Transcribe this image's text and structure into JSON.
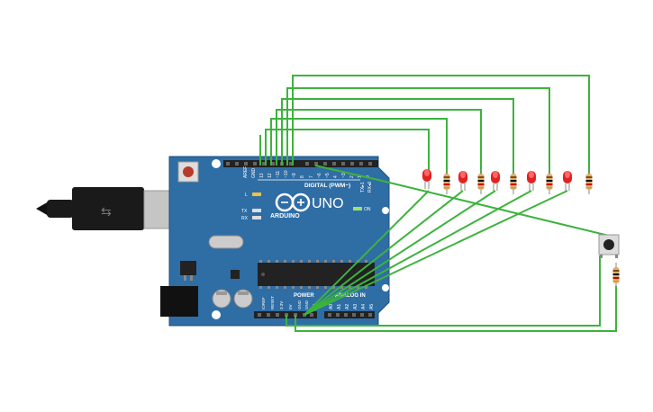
{
  "board": {
    "brand": "ARDUINO",
    "model": "UNO",
    "digital_header": "DIGITAL (PWM~)",
    "power_label": "POWER",
    "analog_label": "ANALOG IN",
    "on_label": "ON",
    "l_label": "L",
    "tx_label": "TX",
    "rx_label": "RX",
    "tx_arrow": "TX▸1",
    "rx_arrow": "RX◂0",
    "digital_pins": [
      "AREF",
      "GND",
      "13",
      "12",
      "~11",
      "~10",
      "~9",
      "8",
      "7",
      "~6",
      "~5",
      "4",
      "~3",
      "2",
      "1",
      "0"
    ],
    "power_pins": [
      "IOREF",
      "RESET",
      "3.3V",
      "5V",
      "GND",
      "GND",
      "Vin"
    ],
    "analog_pins": [
      "A0",
      "A1",
      "A2",
      "A3",
      "A4",
      "A5"
    ]
  },
  "components": {
    "led_count": 5,
    "resistor_count": 6,
    "button_count": 1
  },
  "colors": {
    "board": "#2f6da5",
    "wire": "#3db33d",
    "led": "#e02222",
    "resistor": "#d9b070",
    "usb": "#c0c0c0"
  }
}
